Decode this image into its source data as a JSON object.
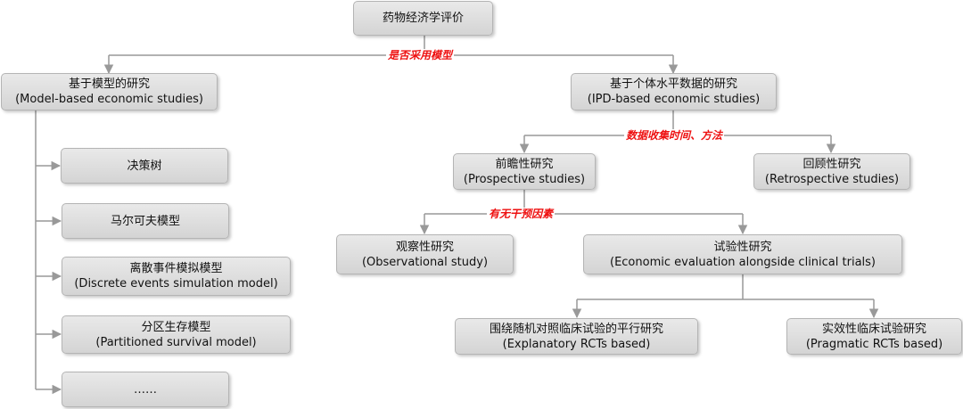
{
  "nodes": {
    "root": {
      "label": "药物经济学评价"
    },
    "model_based": {
      "label": "基于模型的研究",
      "sublabel": "(Model-based economic studies)"
    },
    "ipd_based": {
      "label": "基于个体水平数据的研究",
      "sublabel": "(IPD-based economic studies)"
    },
    "decision_tree": {
      "label": "决策树"
    },
    "markov": {
      "label": "马尔可夫模型"
    },
    "discrete_events": {
      "label": "离散事件模拟模型",
      "sublabel": "(Discrete events simulation model)"
    },
    "partitioned_survival": {
      "label": "分区生存模型",
      "sublabel": "(Partitioned survival model)"
    },
    "ellipsis": {
      "label": "……"
    },
    "prospective": {
      "label": "前瞻性研究",
      "sublabel": "(Prospective studies)"
    },
    "retrospective": {
      "label": "回顾性研究",
      "sublabel": "(Retrospective studies)"
    },
    "observational": {
      "label": "观察性研究",
      "sublabel": "(Observational study)"
    },
    "experimental": {
      "label": "试验性研究",
      "sublabel": "(Economic evaluation alongside clinical trials)"
    },
    "explanatory": {
      "label": "围绕随机对照临床试验的平行研究",
      "sublabel": "(Explanatory RCTs based)"
    },
    "pragmatic": {
      "label": "实效性临床试验研究",
      "sublabel": "(Pragmatic RCTs based)"
    }
  },
  "conditions": {
    "model_use": "是否采用模型",
    "data_collection": "数据收集时间、方法",
    "intervention": "有无干预因素"
  },
  "colors": {
    "connector": "#999999",
    "condition_text": "#ee1111",
    "box_fill_top": "#e9e9e9",
    "box_fill_bottom": "#d4d4d4"
  }
}
